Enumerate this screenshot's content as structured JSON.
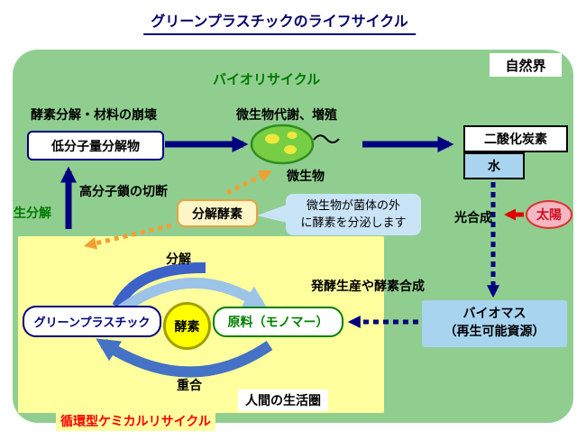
{
  "title": "グリーンプラスチックのライフサイクル",
  "regions": {
    "nature": "自然界",
    "bio_recycle": "バイオリサイクル",
    "human_sphere": "人間の生活圏",
    "chemical_recycle": "循環型ケミカルリサイクル"
  },
  "labels": {
    "enzyme_breakdown": "酵素分解・材料の崩壊",
    "low_molecular": "低分子量分解物",
    "metabolism": "微生物代謝、増殖",
    "microbe": "微生物",
    "co2": "二酸化炭素",
    "water": "水",
    "chain_scission": "高分子鎖の切断",
    "biodegradation": "生分解",
    "degrading_enzyme": "分解酵素",
    "callout_line1": "微生物が菌体の外",
    "callout_line2": "に酵素を分泌します",
    "photosynthesis": "光合成",
    "sun": "太陽",
    "decomposition": "分解",
    "green_plastic": "グリーンプラスチック",
    "enzyme": "酵素",
    "monomer": "原料（モノマー）",
    "polymerization": "重合",
    "fermentation": "発酵生産や酵素合成",
    "biomass_line1": "バイオマス",
    "biomass_line2": "（再生可能資源）"
  },
  "colors": {
    "navy": "#000080",
    "nature_green_bg": "#90CE90",
    "human_yellow_bg": "#FFFF9E",
    "light_blue": "#A8D4F0",
    "orange": "#F0A030",
    "red": "#E00000",
    "cycle_blue_light": "#9CC3E8",
    "cycle_blue_dark": "#4472C4",
    "green_text": "#007A00"
  }
}
